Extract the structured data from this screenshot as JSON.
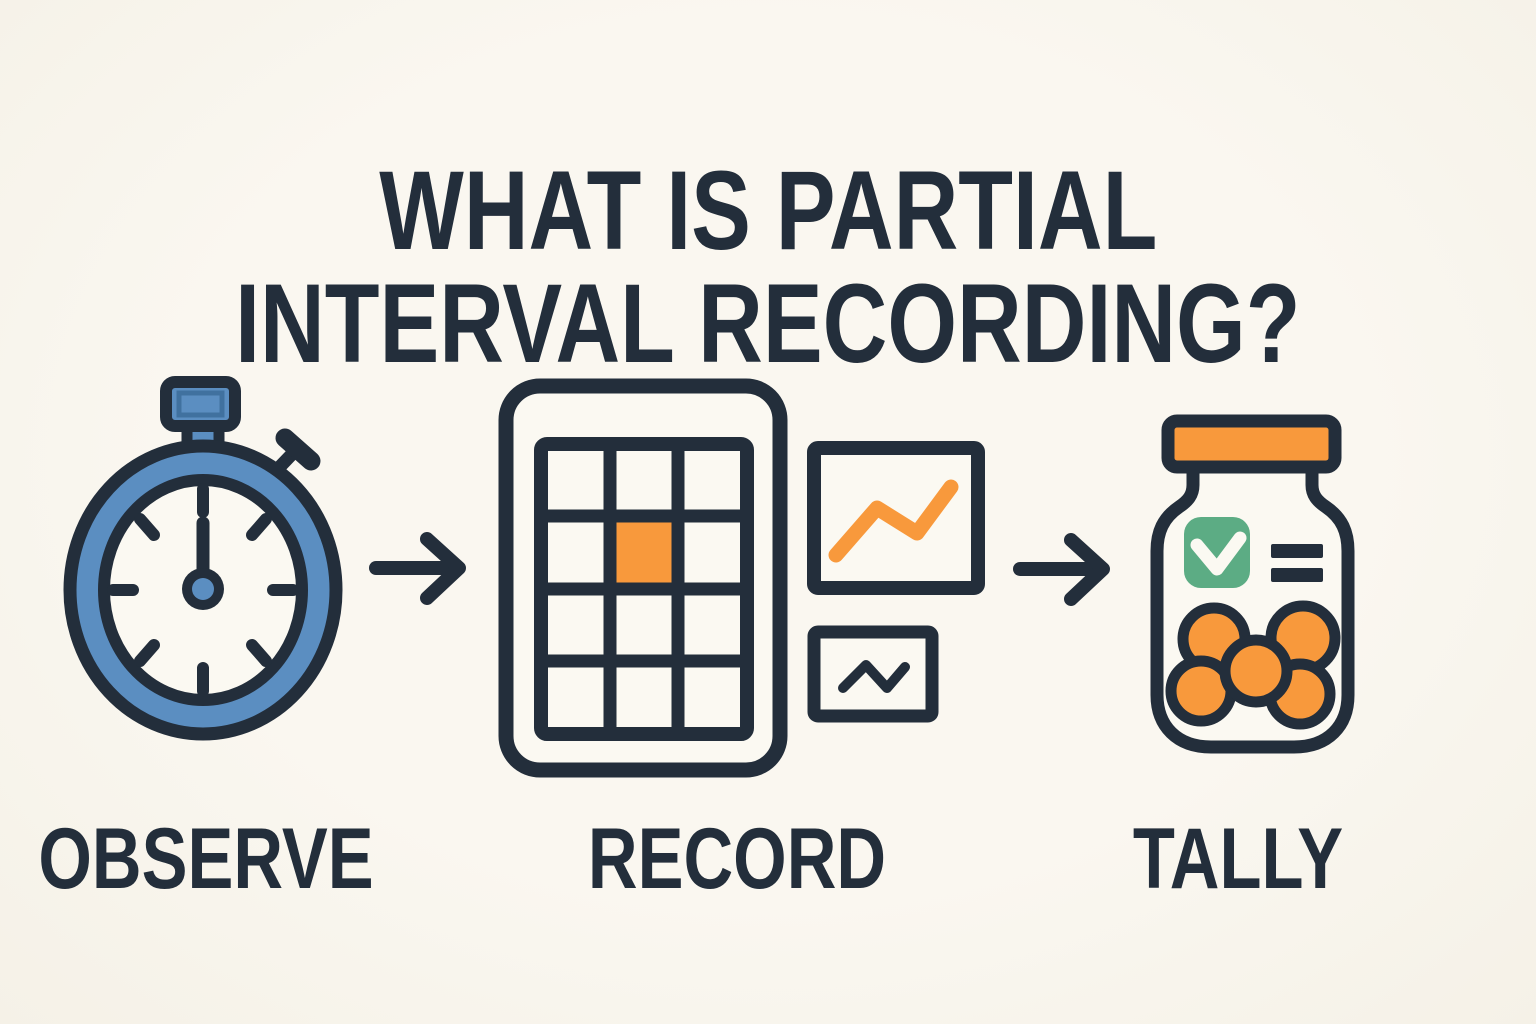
{
  "title": {
    "line1": "WHAT IS PARTIAL",
    "line2": "INTERVAL RECORDING?"
  },
  "steps": [
    {
      "label": "OBSERVE",
      "icon": "stopwatch-icon"
    },
    {
      "label": "RECORD",
      "icon": "interval-grid-tablet-icon"
    },
    {
      "label": "TALLY",
      "icon": "tally-jar-icon"
    }
  ],
  "flow": {
    "arrow1": "right-arrow-icon",
    "arrow2": "right-arrow-icon"
  },
  "record_grid": {
    "rows": 4,
    "cols": 3,
    "marked_cell": {
      "row": 2,
      "col": 2
    },
    "marked_color": "#f8993c"
  },
  "charts_beside_grid": [
    {
      "icon": "line-chart-icon",
      "line_color": "#f8993c"
    },
    {
      "icon": "mini-trend-icon",
      "line_color": "#232e3b"
    }
  ],
  "tally_jar": {
    "lid_color": "#f8993c",
    "badge": "check-badge-icon",
    "badge_color": "#5cac84",
    "equals": "equals-icon",
    "token_count": 5,
    "token_color": "#f8993c"
  },
  "colors": {
    "background": "#f8f4ec",
    "ink": "#232e3b",
    "blue": "#5b8ec1",
    "orange": "#f8993c",
    "green": "#5cac84",
    "paper": "#fbf9f2"
  }
}
